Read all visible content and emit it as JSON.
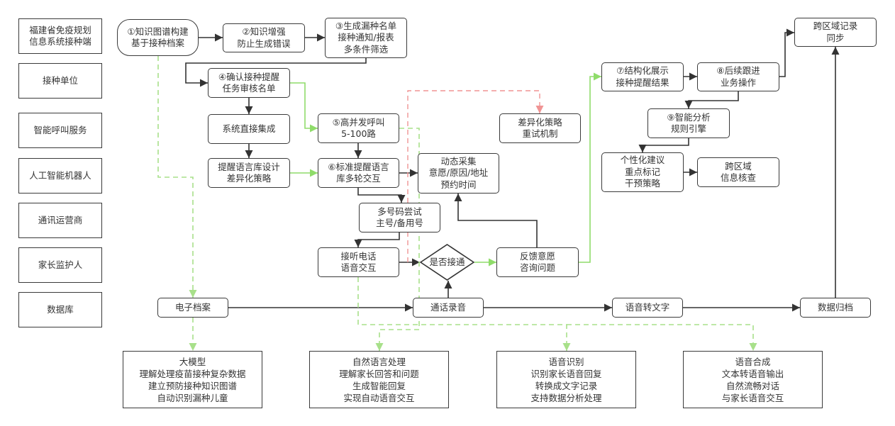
{
  "title": "",
  "colors": {
    "edge_default": "#333333",
    "edge_green": "#8fdc6a",
    "edge_green_dashed": "#a8e08a",
    "edge_red_dashed": "#f09494",
    "node_border": "#3a3a3a",
    "text": "#333333"
  },
  "lanes": [
    {
      "id": "lane_fj",
      "lines": [
        "福建省免疫规划",
        "信息系统接种端"
      ]
    },
    {
      "id": "lane_unit",
      "lines": [
        "接种单位"
      ]
    },
    {
      "id": "lane_call",
      "lines": [
        "智能呼叫服务"
      ]
    },
    {
      "id": "lane_ai",
      "lines": [
        "人工智能机器人"
      ]
    },
    {
      "id": "lane_telecom",
      "lines": [
        "通讯运营商"
      ]
    },
    {
      "id": "lane_parent",
      "lines": [
        "家长监护人"
      ]
    },
    {
      "id": "lane_db",
      "lines": [
        "数据库"
      ]
    }
  ],
  "nodes": [
    {
      "id": "n1",
      "shape": "pill",
      "lines": [
        "①知识图谱构建",
        "基于接种档案"
      ]
    },
    {
      "id": "n2",
      "shape": "rounded",
      "lines": [
        "②知识增强",
        "防止生成错误"
      ]
    },
    {
      "id": "n3",
      "shape": "rounded",
      "lines": [
        "③生成漏种名单",
        "接种通知/报表",
        "多条件筛选"
      ]
    },
    {
      "id": "n4",
      "shape": "rounded",
      "lines": [
        "④确认接种提醒",
        "任务审核名单"
      ]
    },
    {
      "id": "n_sys",
      "shape": "rounded",
      "lines": [
        "系统直接集成"
      ]
    },
    {
      "id": "n_lang",
      "shape": "rounded",
      "lines": [
        "提醒语言库设计",
        "差异化策略"
      ]
    },
    {
      "id": "n5",
      "shape": "rounded",
      "lines": [
        "⑤高并发呼叫",
        "5-100路"
      ]
    },
    {
      "id": "n6",
      "shape": "rounded",
      "lines": [
        "⑥标准提醒语言",
        "库多轮交互"
      ]
    },
    {
      "id": "n_retry",
      "shape": "rounded",
      "lines": [
        "差异化策略",
        "重试机制"
      ]
    },
    {
      "id": "n_collect",
      "shape": "rounded",
      "lines": [
        "动态采集",
        "意愿/原因/地址",
        "预约时间"
      ]
    },
    {
      "id": "n_multi",
      "shape": "rounded",
      "lines": [
        "多号码尝试",
        "主号/备用号"
      ]
    },
    {
      "id": "n_answer",
      "shape": "rounded",
      "lines": [
        "接听电话",
        "语音交互"
      ]
    },
    {
      "id": "n_conn",
      "shape": "diamond",
      "lines": [
        "是否接通"
      ]
    },
    {
      "id": "n_feedback",
      "shape": "rounded",
      "lines": [
        "反馈意愿",
        "咨询问题"
      ]
    },
    {
      "id": "n7",
      "shape": "rounded",
      "lines": [
        "⑦结构化展示",
        "接种提醒结果"
      ]
    },
    {
      "id": "n8",
      "shape": "rounded",
      "lines": [
        "⑧后续跟进",
        "业务操作"
      ]
    },
    {
      "id": "n_sync",
      "shape": "rounded",
      "lines": [
        "跨区域记录",
        "同步"
      ]
    },
    {
      "id": "n9",
      "shape": "rounded",
      "lines": [
        "⑨智能分析",
        "规则引擎"
      ]
    },
    {
      "id": "n_advice",
      "shape": "rounded",
      "lines": [
        "个性化建议",
        "重点标记",
        "干预策略"
      ]
    },
    {
      "id": "n_check",
      "shape": "rounded",
      "lines": [
        "跨区域",
        "信息核查"
      ]
    },
    {
      "id": "n_ehr",
      "shape": "rounded",
      "lines": [
        "电子档案"
      ]
    },
    {
      "id": "n_rec",
      "shape": "rounded",
      "lines": [
        "通话录音"
      ]
    },
    {
      "id": "n_stt",
      "shape": "rounded",
      "lines": [
        "语音转文字"
      ]
    },
    {
      "id": "n_archive",
      "shape": "rounded",
      "lines": [
        "数据归档"
      ]
    },
    {
      "id": "b_llm",
      "shape": "bottom",
      "lines": [
        "大模型",
        "理解处理疫苗接种复杂数据",
        "建立预防接种知识图谱",
        "自动识别漏种儿童"
      ]
    },
    {
      "id": "b_nlp",
      "shape": "bottom",
      "lines": [
        "自然语言处理",
        "理解家长回答和问题",
        "生成智能回复",
        "实现自动语音交互"
      ]
    },
    {
      "id": "b_asr",
      "shape": "bottom",
      "lines": [
        "语音识别",
        "识别家长语音回复",
        "转换成文字记录",
        "支持数据分析处理"
      ]
    },
    {
      "id": "b_tts",
      "shape": "bottom",
      "lines": [
        "语音合成",
        "文本转语音输出",
        "自然流畅对话",
        "与家长语音交互"
      ]
    }
  ],
  "edges": [
    {
      "from": "n1",
      "to": "n2",
      "style": "solid"
    },
    {
      "from": "n2",
      "to": "n3",
      "style": "solid"
    },
    {
      "from": "n3",
      "to": "n4",
      "style": "solid"
    },
    {
      "from": "n4",
      "to": "n_sys",
      "style": "solid"
    },
    {
      "from": "n4",
      "to": "n5",
      "style": "green"
    },
    {
      "from": "n_sys",
      "to": "n_lang",
      "style": "solid"
    },
    {
      "from": "n_lang",
      "to": "n6",
      "style": "green"
    },
    {
      "from": "n5",
      "to": "n6",
      "style": "solid"
    },
    {
      "from": "n6",
      "to": "n_collect",
      "style": "solid"
    },
    {
      "from": "n6",
      "to": "n_multi",
      "style": "solid"
    },
    {
      "from": "n_multi",
      "to": "n_answer",
      "style": "solid"
    },
    {
      "from": "n_answer",
      "to": "n_conn",
      "style": "solid"
    },
    {
      "from": "n_conn",
      "to": "n_retry",
      "style": "red-dashed"
    },
    {
      "from": "n_conn",
      "to": "n_feedback",
      "style": "green"
    },
    {
      "from": "n_feedback",
      "to": "n_collect",
      "style": "solid"
    },
    {
      "from": "n_feedback",
      "to": "n7",
      "style": "green"
    },
    {
      "from": "n7",
      "to": "n8",
      "style": "solid"
    },
    {
      "from": "n8",
      "to": "n_sync",
      "style": "solid"
    },
    {
      "from": "n8",
      "to": "n9",
      "style": "solid"
    },
    {
      "from": "n9",
      "to": "n_advice",
      "style": "solid"
    },
    {
      "from": "n_advice",
      "to": "n_check",
      "style": "solid"
    },
    {
      "from": "n_ehr",
      "to": "n_rec",
      "style": "solid"
    },
    {
      "from": "n_rec",
      "to": "n_conn",
      "style": "solid"
    },
    {
      "from": "n_rec",
      "to": "n_stt",
      "style": "solid"
    },
    {
      "from": "n_stt",
      "to": "n_archive",
      "style": "solid"
    },
    {
      "from": "n_archive",
      "to": "n_sync",
      "style": "solid"
    },
    {
      "from": "n1",
      "to": "n_ehr",
      "style": "green-dashed"
    },
    {
      "from": "n_ehr",
      "to": "b_llm",
      "style": "green-dashed"
    },
    {
      "from": "n5",
      "to": "b_nlp",
      "style": "green-dashed"
    },
    {
      "from": "n_answer",
      "to": "b_asr",
      "style": "green-dashed"
    },
    {
      "from": "n_answer",
      "to": "b_tts",
      "style": "green-dashed"
    }
  ]
}
